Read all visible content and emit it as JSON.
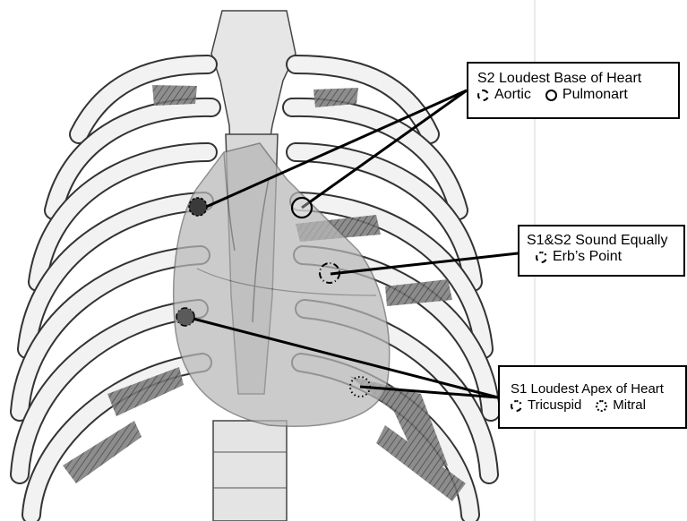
{
  "callouts": {
    "s2": {
      "title": "S2 Loudest Base of Heart",
      "items": [
        {
          "symbol": "dashed-circle",
          "label": "Aortic"
        },
        {
          "symbol": "solid-circle",
          "label": "Pulmonart"
        }
      ]
    },
    "erb": {
      "title": "S1&S2 Sound Equally",
      "items": [
        {
          "symbol": "dash-dot-circle",
          "label": "Erb’s Point"
        }
      ]
    },
    "s1": {
      "title": "S1 Loudest Apex of Heart",
      "items": [
        {
          "symbol": "dash-dot-circle",
          "label": "Tricuspid"
        },
        {
          "symbol": "dotted-circle",
          "label": "Mitral"
        }
      ]
    }
  },
  "colors": {
    "marker_fill": "#3a3a3a",
    "heart_overlay": "#b8b8b8",
    "rib_shade": "#5a5a5a",
    "rib_light": "#f2f2f2"
  }
}
